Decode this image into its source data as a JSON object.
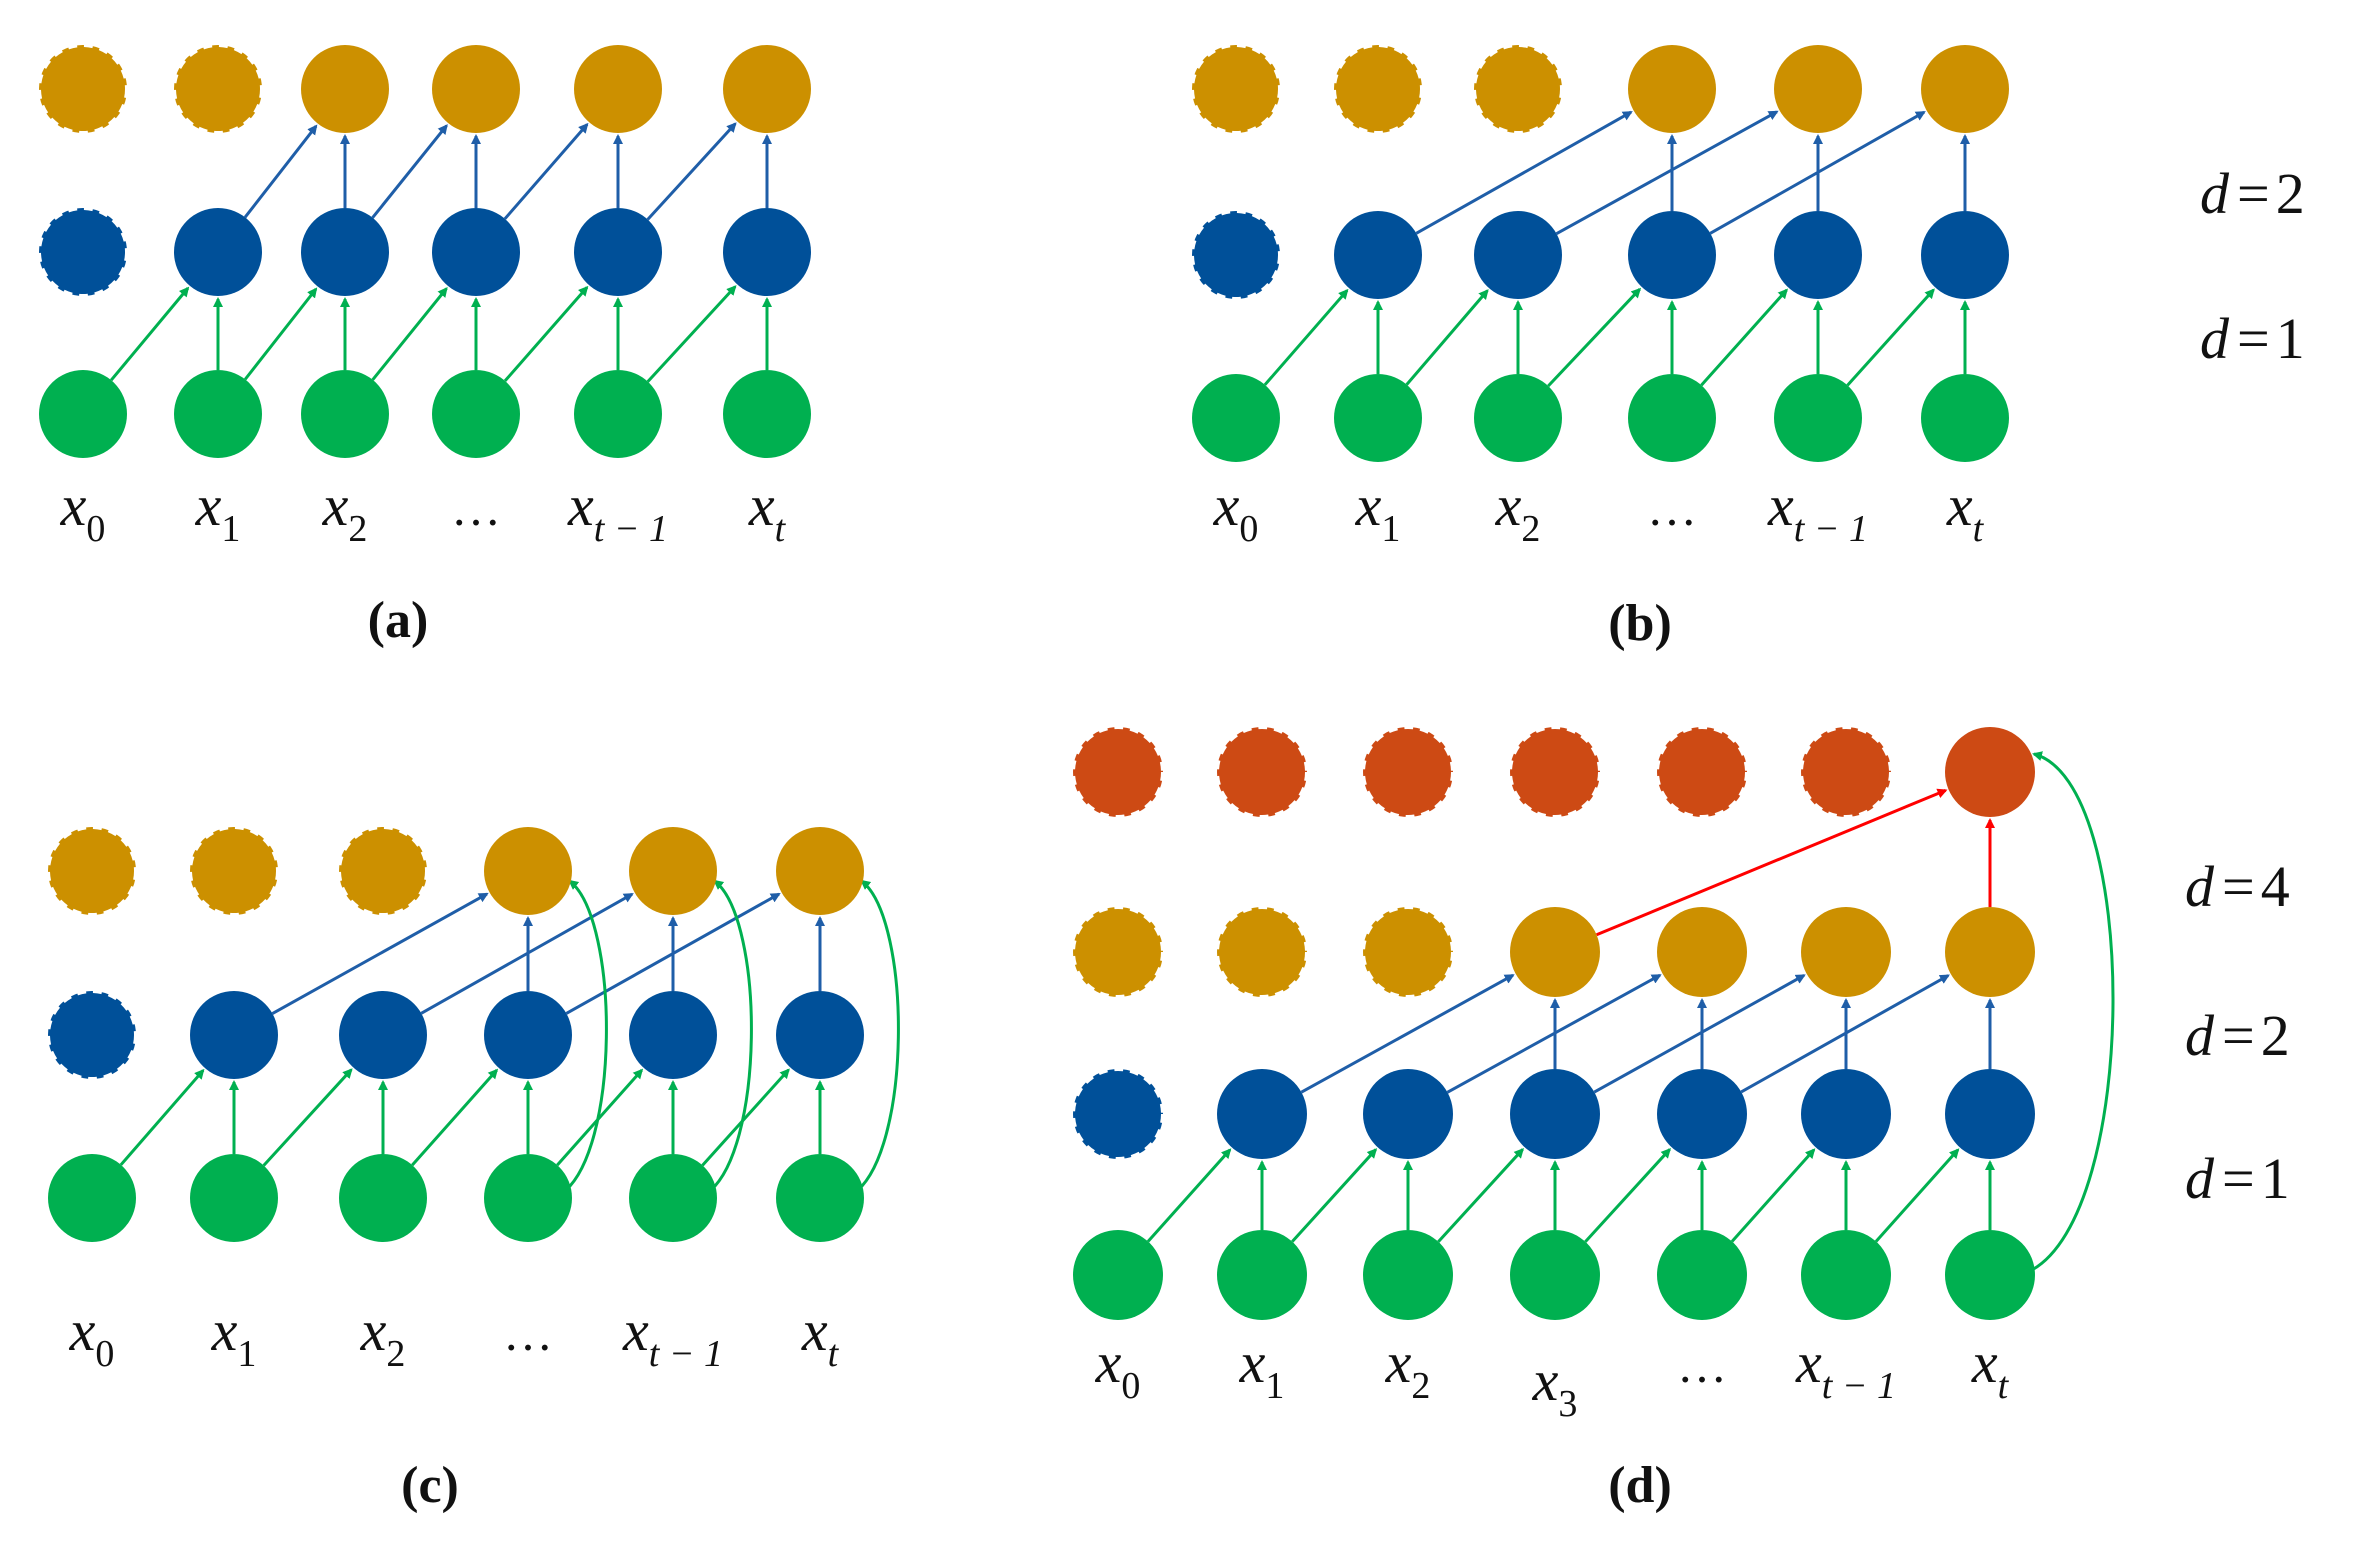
{
  "colors": {
    "input": "#00b050",
    "layer1": "#005099",
    "layer2": "#cc9000",
    "layer3": "#cd4a14",
    "edge_green": "#00b050",
    "edge_blue": "#1f5ea8",
    "edge_red": "#ff0000",
    "text": "#111111"
  },
  "panels": [
    {
      "id": "a",
      "caption": "(a)",
      "dilations": [],
      "labels": [
        {
          "base": "x",
          "sub": "0"
        },
        {
          "base": "x",
          "sub": "1"
        },
        {
          "base": "x",
          "sub": "2"
        },
        {
          "dots": "…"
        },
        {
          "base": "x",
          "sub": "t − 1"
        },
        {
          "base": "x",
          "sub": "t"
        }
      ]
    },
    {
      "id": "b",
      "caption": "(b)",
      "dilations": [
        {
          "label": "d",
          "value": "2"
        },
        {
          "label": "d",
          "value": "1"
        }
      ],
      "labels": [
        {
          "base": "x",
          "sub": "0"
        },
        {
          "base": "x",
          "sub": "1"
        },
        {
          "base": "x",
          "sub": "2"
        },
        {
          "dots": "…"
        },
        {
          "base": "x",
          "sub": "t − 1"
        },
        {
          "base": "x",
          "sub": "t"
        }
      ]
    },
    {
      "id": "c",
      "caption": "(c)",
      "dilations": [],
      "labels": [
        {
          "base": "x",
          "sub": "0"
        },
        {
          "base": "x",
          "sub": "1"
        },
        {
          "base": "x",
          "sub": "2"
        },
        {
          "dots": "…"
        },
        {
          "base": "x",
          "sub": "t − 1"
        },
        {
          "base": "x",
          "sub": "t"
        }
      ]
    },
    {
      "id": "d",
      "caption": "(d)",
      "dilations": [
        {
          "label": "d",
          "value": "4"
        },
        {
          "label": "d",
          "value": "2"
        },
        {
          "label": "d",
          "value": "1"
        }
      ],
      "labels": [
        {
          "base": "x",
          "sub": "0"
        },
        {
          "base": "x",
          "sub": "1"
        },
        {
          "base": "x",
          "sub": "2"
        },
        {
          "base": "x",
          "sub": "3"
        },
        {
          "dots": "…"
        },
        {
          "base": "x",
          "sub": "t − 1"
        },
        {
          "base": "x",
          "sub": "t"
        }
      ]
    }
  ]
}
